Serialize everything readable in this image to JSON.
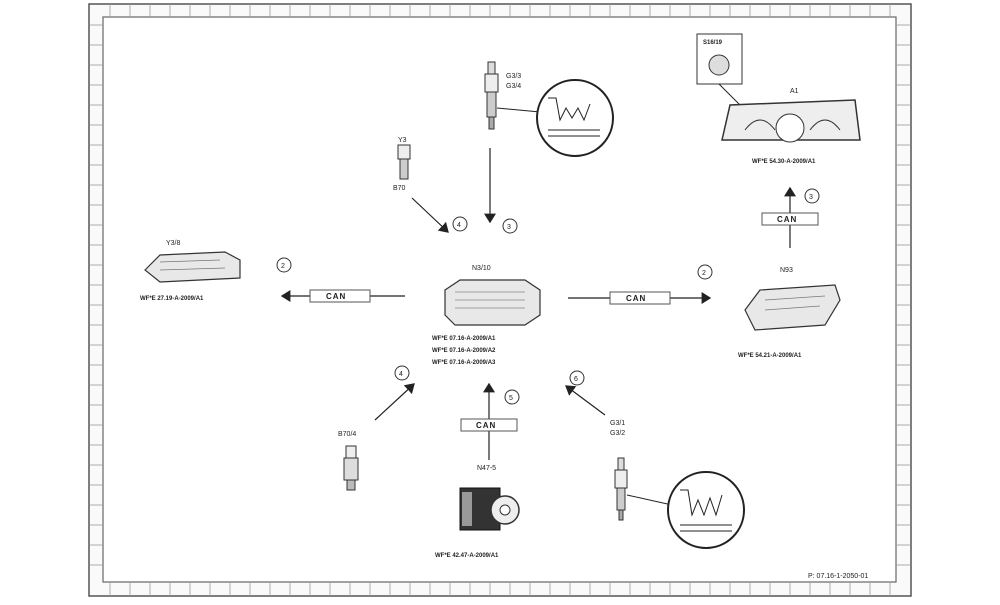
{
  "diagram": {
    "center": {
      "id": "N3/10",
      "refs": [
        "WF*E 07.16-A-2009/A1",
        "WF*E 07.16-A-2009/A2",
        "WF*E 07.16-A-2009/A3"
      ]
    },
    "left_unit": {
      "id": "Y3/8",
      "ref": "WF*E 27.19-A-2009/A1",
      "bus": "CAN",
      "num": "2"
    },
    "right_unit": {
      "id": "N93",
      "ref": "WF*E 54.21-A-2009/A1",
      "bus": "CAN",
      "num": "2"
    },
    "cluster": {
      "id": "A1",
      "ref": "WF*E 54.30-A-2009/A1",
      "bus": "CAN",
      "num": "3",
      "switch_label": "S16/19"
    },
    "top_sensor": {
      "labels": [
        "G3/3",
        "G3/4"
      ],
      "num": "3"
    },
    "injector": {
      "label": "B70",
      "sub": "Y3",
      "num": "4"
    },
    "bottom_left_sensor": {
      "label": "B70/4",
      "num": "4"
    },
    "bottom_center": {
      "id": "N47-5",
      "ref": "WF*E 42.47-A-2009/A1",
      "bus": "CAN",
      "num": "5"
    },
    "bottom_right_sensor": {
      "labels": [
        "G3/1",
        "G3/2"
      ],
      "num": "6"
    },
    "footer_code": "P: 07.16-1-2050-01"
  }
}
